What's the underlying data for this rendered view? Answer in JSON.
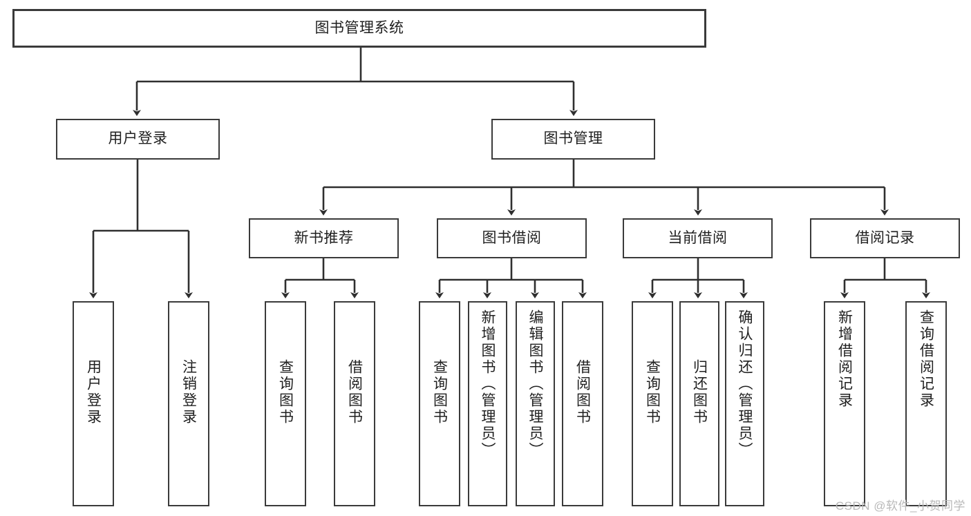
{
  "diagram": {
    "title": "图书管理系统",
    "type": "hierarchy-tree",
    "root": {
      "label": "图书管理系统"
    },
    "level2": [
      {
        "label": "用户登录"
      },
      {
        "label": "图书管理"
      }
    ],
    "level3": [
      {
        "label": "新书推荐"
      },
      {
        "label": "图书借阅"
      },
      {
        "label": "当前借阅"
      },
      {
        "label": "借阅记录"
      }
    ],
    "leaves": {
      "user_login": [
        {
          "label": "用户登录"
        },
        {
          "label": "注销登录"
        }
      ],
      "new_book_recommend": [
        {
          "label": "查询图书"
        },
        {
          "label": "借阅图书"
        }
      ],
      "book_borrow": [
        {
          "label": "查询图书"
        },
        {
          "label": "新增图书（管理员）"
        },
        {
          "label": "编辑图书（管理员）"
        },
        {
          "label": "借阅图书"
        }
      ],
      "current_borrow": [
        {
          "label": "查询图书"
        },
        {
          "label": "归还图书"
        },
        {
          "label": "确认归还（管理员）"
        }
      ],
      "borrow_record": [
        {
          "label": "新增借阅记录"
        },
        {
          "label": "查询借阅记录"
        }
      ]
    },
    "watermark": "CSDN @软件_小贺同学",
    "colors": {
      "stroke": "#3a3a3a",
      "fill": "#ffffff",
      "text": "#1f1f1f",
      "watermark": "#b9b9b9"
    }
  }
}
